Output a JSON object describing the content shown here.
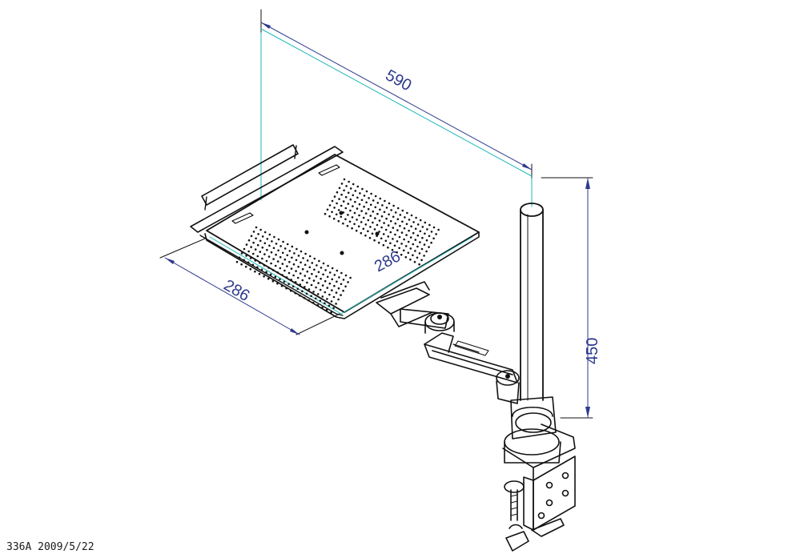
{
  "dimensions": {
    "width": "590",
    "height": "450",
    "tray_depth": "286",
    "tray_width": "286"
  },
  "caption": "336A  2009/5/22",
  "colors": {
    "line": "#111111",
    "dimension": "#2e3a8c",
    "extension": "#1fb7b7"
  }
}
